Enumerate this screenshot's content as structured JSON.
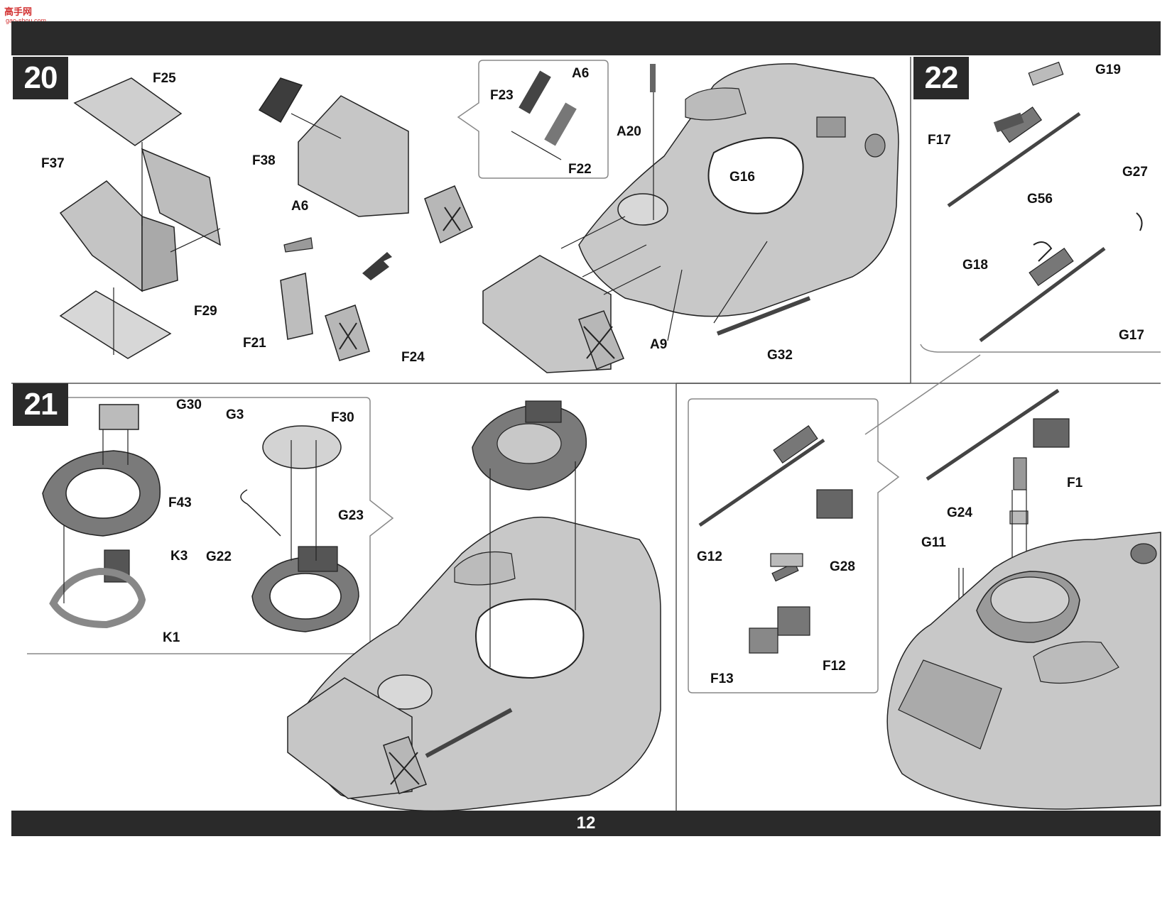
{
  "watermark": {
    "text": "高手网",
    "sub": "gao-shou.com"
  },
  "page_number": "12",
  "steps": {
    "s20": "20",
    "s21": "21",
    "s22": "22"
  },
  "labels": {
    "step20": [
      "F25",
      "F37",
      "F38",
      "F29",
      "A6",
      "F21",
      "F24",
      "A6",
      "F23",
      "F22",
      "A20",
      "G16",
      "A9",
      "G32"
    ],
    "step21": [
      "G30",
      "F43",
      "K3",
      "K1",
      "G3",
      "F30",
      "G22",
      "G23"
    ],
    "step22": [
      "G19",
      "F17",
      "G56",
      "G27",
      "G18",
      "G17",
      "F1",
      "G24",
      "G11",
      "G12",
      "G28",
      "F12",
      "F13"
    ]
  },
  "colors": {
    "bar": "#2a2a2a",
    "part_fill": "#c9c9c9",
    "part_dark": "#4a4a4a",
    "line": "#222222"
  }
}
